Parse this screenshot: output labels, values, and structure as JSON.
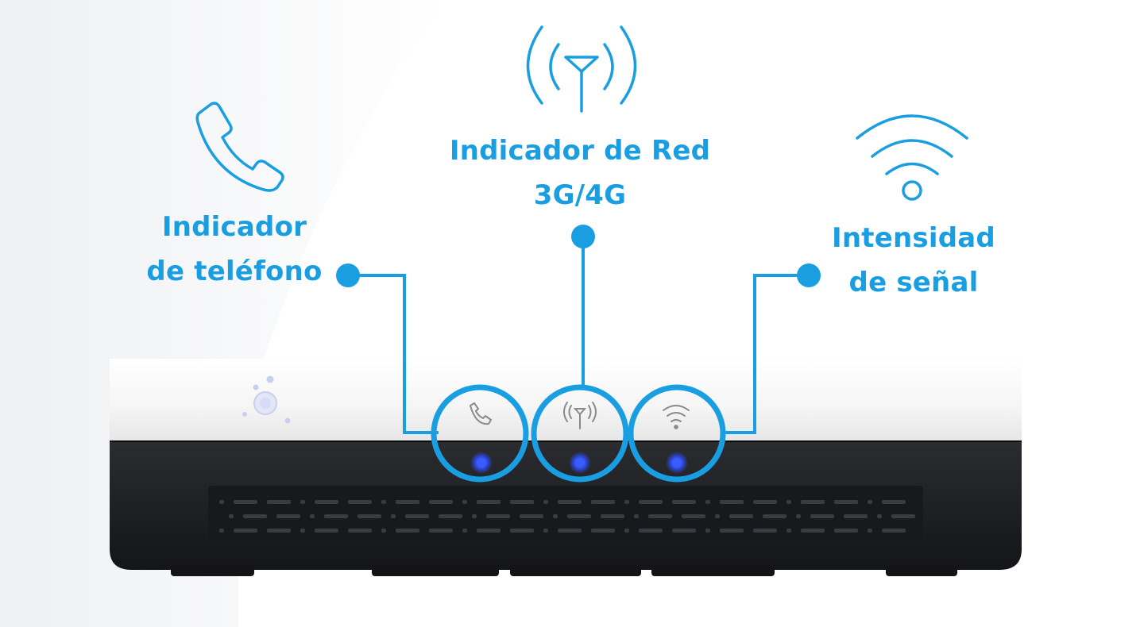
{
  "accent_color": "#1a9ee2",
  "led_color": "#2a48e0",
  "device": {
    "body_top_color": "#f4f4f4",
    "body_bottom_color": "#1c1d20",
    "logo_icon": "dots-logo-icon"
  },
  "indicators": [
    {
      "id": "telefono",
      "icon": "phone-icon",
      "label_lines": [
        "Indicador",
        "de teléfono"
      ]
    },
    {
      "id": "red",
      "icon": "antenna-icon",
      "label_lines": [
        "Indicador de Red",
        "3G/4G"
      ]
    },
    {
      "id": "senal",
      "icon": "wifi-icon",
      "label_lines": [
        "Intensidad",
        "de señal"
      ]
    }
  ]
}
